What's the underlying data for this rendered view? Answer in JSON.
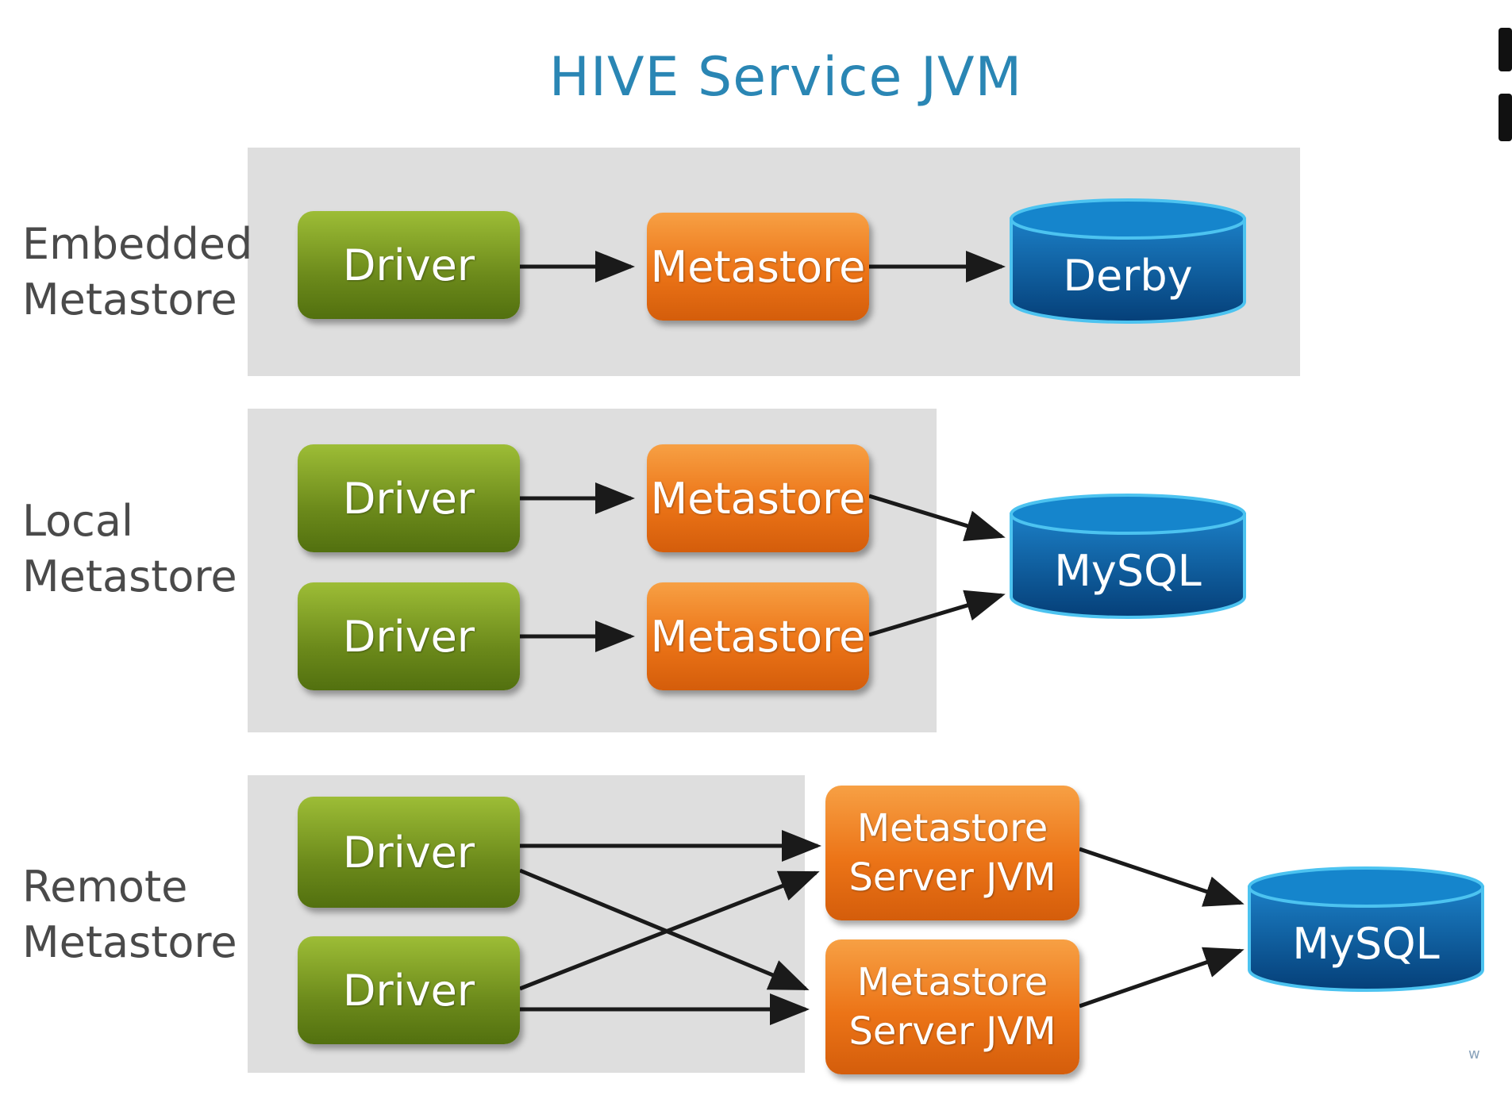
{
  "title": "HIVE Service JVM",
  "rows": {
    "embedded": {
      "label_line1": "Embedded",
      "label_line2": "Metastore"
    },
    "local": {
      "label_line1": "Local",
      "label_line2": "Metastore"
    },
    "remote": {
      "label_line1": "Remote",
      "label_line2": "Metastore"
    }
  },
  "nodes": {
    "driver": "Driver",
    "metastore": "Metastore",
    "metastore_server_line1": "Metastore",
    "metastore_server_line2": "Server JVM",
    "derby": "Derby",
    "mysql": "MySQL"
  },
  "colors": {
    "title": "#2a86b4",
    "panel": "#dedede",
    "driver": "#6c8a1b",
    "metastore": "#ec7417",
    "database": "#0a5a9c",
    "arrow": "#1a1a1a"
  },
  "corner_mark": "w"
}
